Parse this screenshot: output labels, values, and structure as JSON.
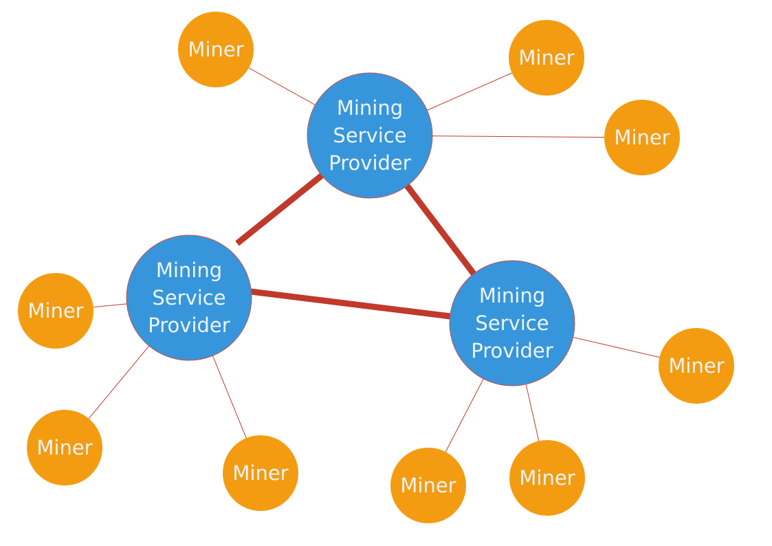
{
  "diagram": {
    "type": "network",
    "colors": {
      "provider_fill": "#3796db",
      "provider_stroke": "#c0504d",
      "miner_fill": "#f39c12",
      "label_text": "#eef3f7",
      "link_strong": "#c0392b",
      "link_thin": "#c0392b"
    },
    "providers": [
      {
        "id": "msp-top",
        "label_lines": [
          "Mining",
          "Service",
          "Provider"
        ]
      },
      {
        "id": "msp-left",
        "label_lines": [
          "Mining",
          "Service",
          "Provider"
        ]
      },
      {
        "id": "msp-right",
        "label_lines": [
          "Mining",
          "Service",
          "Provider"
        ]
      }
    ],
    "miners": [
      {
        "id": "miner-1",
        "label": "Miner",
        "provider": "msp-top"
      },
      {
        "id": "miner-2",
        "label": "Miner",
        "provider": "msp-top"
      },
      {
        "id": "miner-3",
        "label": "Miner",
        "provider": "msp-top"
      },
      {
        "id": "miner-4",
        "label": "Miner",
        "provider": "msp-left"
      },
      {
        "id": "miner-5",
        "label": "Miner",
        "provider": "msp-left"
      },
      {
        "id": "miner-6",
        "label": "Miner",
        "provider": "msp-left"
      },
      {
        "id": "miner-7",
        "label": "Miner",
        "provider": "msp-right"
      },
      {
        "id": "miner-8",
        "label": "Miner",
        "provider": "msp-right"
      },
      {
        "id": "miner-9",
        "label": "Miner",
        "provider": "msp-right"
      }
    ],
    "provider_links": [
      {
        "from": "msp-top",
        "to": "msp-left"
      },
      {
        "from": "msp-top",
        "to": "msp-right"
      },
      {
        "from": "msp-left",
        "to": "msp-right"
      }
    ]
  }
}
